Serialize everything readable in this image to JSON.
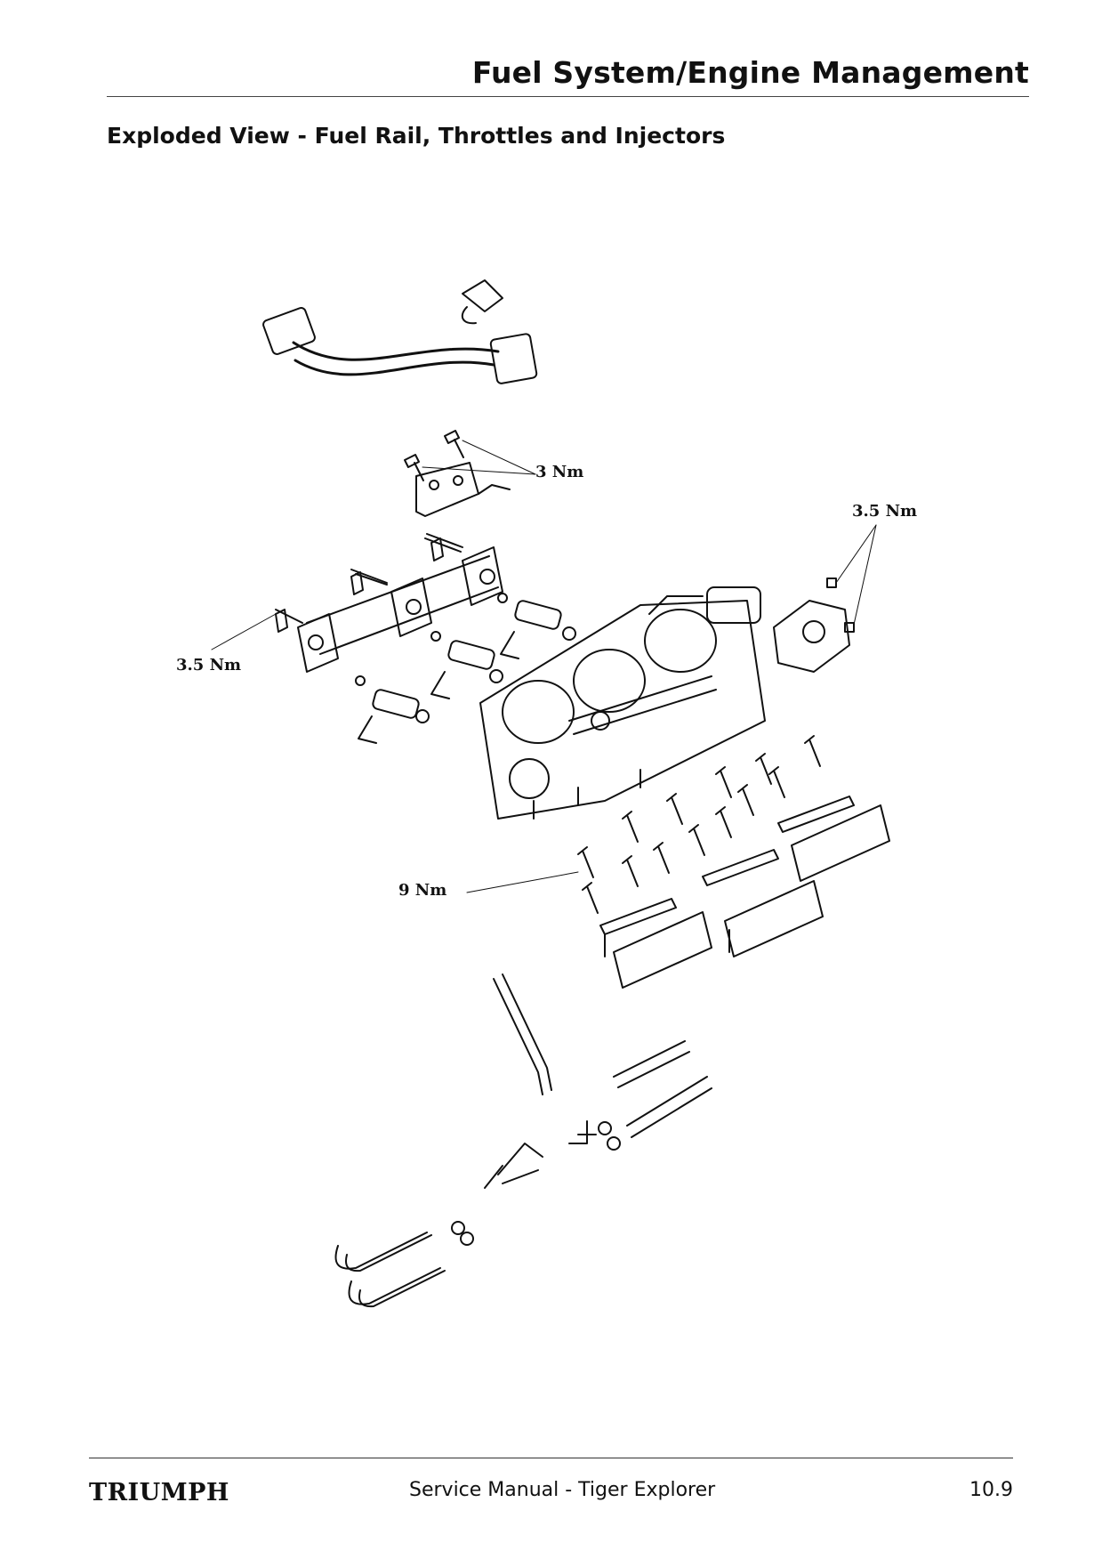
{
  "header": {
    "chapter_title": "Fuel System/Engine Management"
  },
  "section": {
    "title": "Exploded View - Fuel Rail, Throttles and Injectors"
  },
  "diagram": {
    "callouts": {
      "torque_top": "3 Nm",
      "torque_right": "3.5 Nm",
      "torque_left": "3.5 Nm",
      "torque_bottom": "9 Nm"
    }
  },
  "footer": {
    "brand": "TRIUMPH",
    "manual_title": "Service Manual - Tiger Explorer",
    "page_number": "10.9"
  },
  "colors": {
    "ink": "#111111",
    "paper": "#ffffff"
  }
}
